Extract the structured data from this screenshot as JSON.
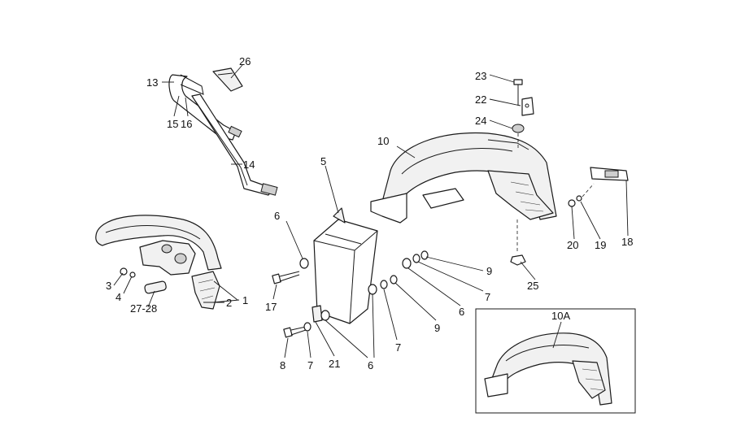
{
  "labels": {
    "l1": "1",
    "l2": "2",
    "l3": "3",
    "l4": "4",
    "l5": "5",
    "l6a": "6",
    "l6b": "6",
    "l6c": "6",
    "l7a": "7",
    "l7b": "7",
    "l7c": "7",
    "l8": "8",
    "l9a": "9",
    "l9b": "9",
    "l10": "10",
    "l10a": "10A",
    "l13": "13",
    "l14": "14",
    "l15": "15",
    "l16": "16",
    "l17": "17",
    "l18": "18",
    "l19": "19",
    "l20": "20",
    "l21": "21",
    "l22": "22",
    "l23": "23",
    "l24": "24",
    "l25": "25",
    "l26": "26",
    "l27_28": "27-28"
  }
}
